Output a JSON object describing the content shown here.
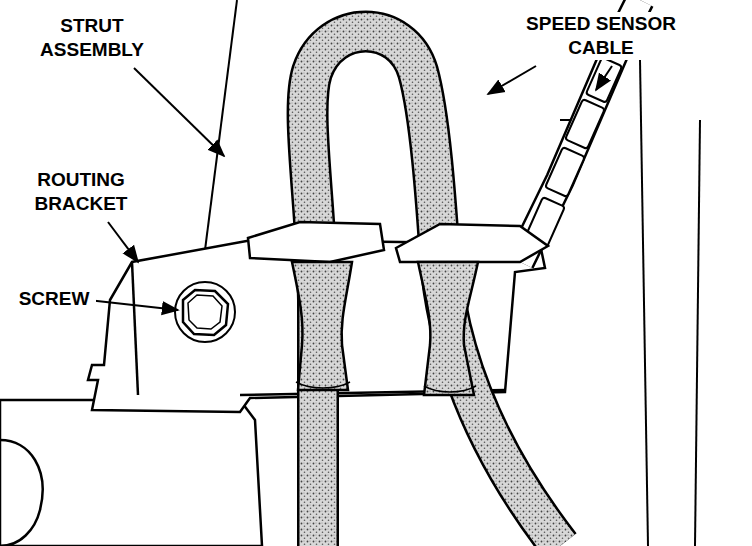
{
  "diagram": {
    "labels": [
      "STRUT ASSEMBLY",
      "SPEED SENSOR CABLE",
      "ROUTING BRACKET",
      "SCREW"
    ]
  }
}
